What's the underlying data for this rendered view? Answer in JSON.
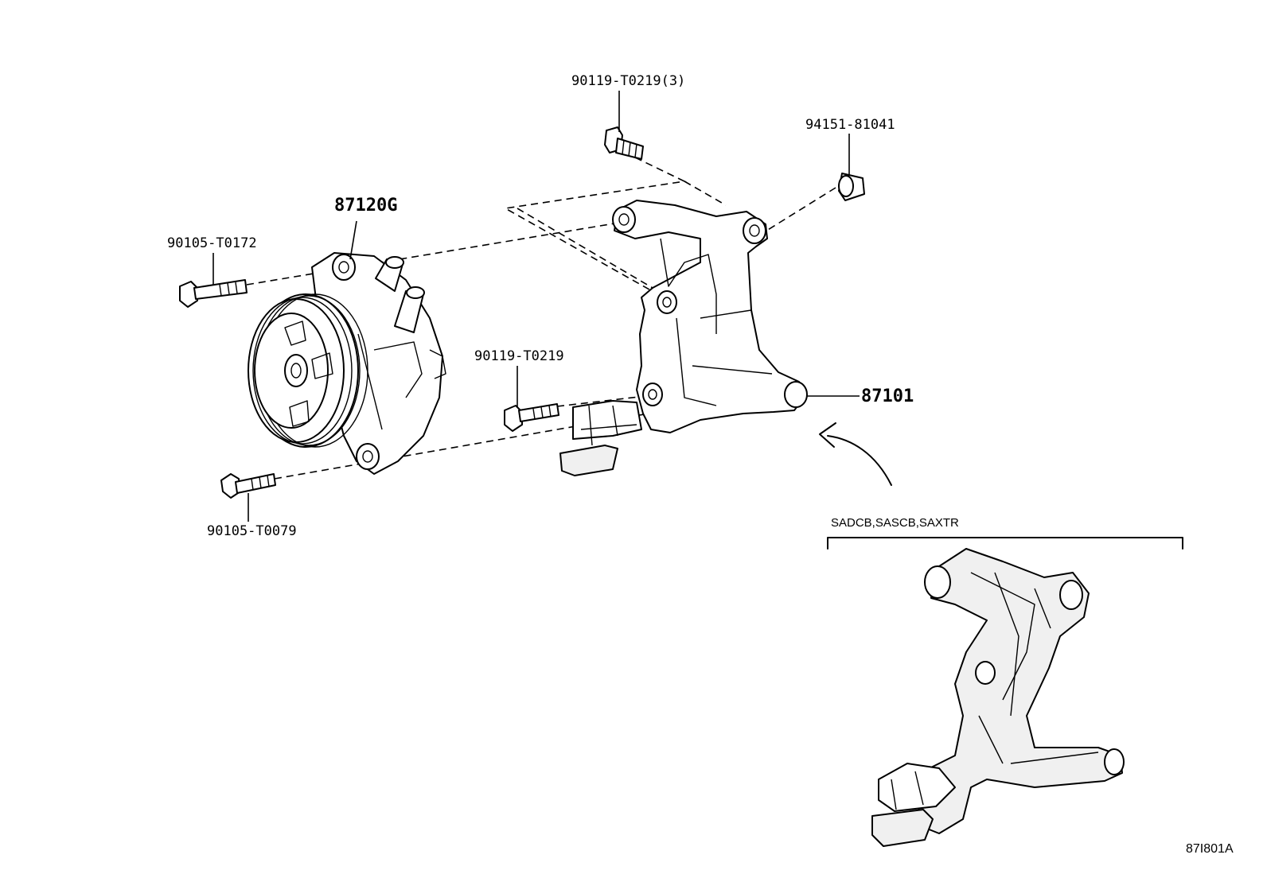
{
  "diagram": {
    "labels": {
      "bolt_top_x3": "90119-T0219(3)",
      "washer_top_right": "94151-81041",
      "pump_assembly": "87120G",
      "bolt_upper_left": "90105-T0172",
      "bolt_middle": "90119-T0219",
      "bracket": "87101",
      "bolt_lower_left": "90105-T0079",
      "variant_codes": "SADCB,SASCB,SAXTR",
      "figure_id": "87I801A"
    },
    "icons": [
      "vacuum-pump-icon",
      "bracket-icon",
      "bolt-icon",
      "washer-icon",
      "arrow-icon"
    ]
  }
}
